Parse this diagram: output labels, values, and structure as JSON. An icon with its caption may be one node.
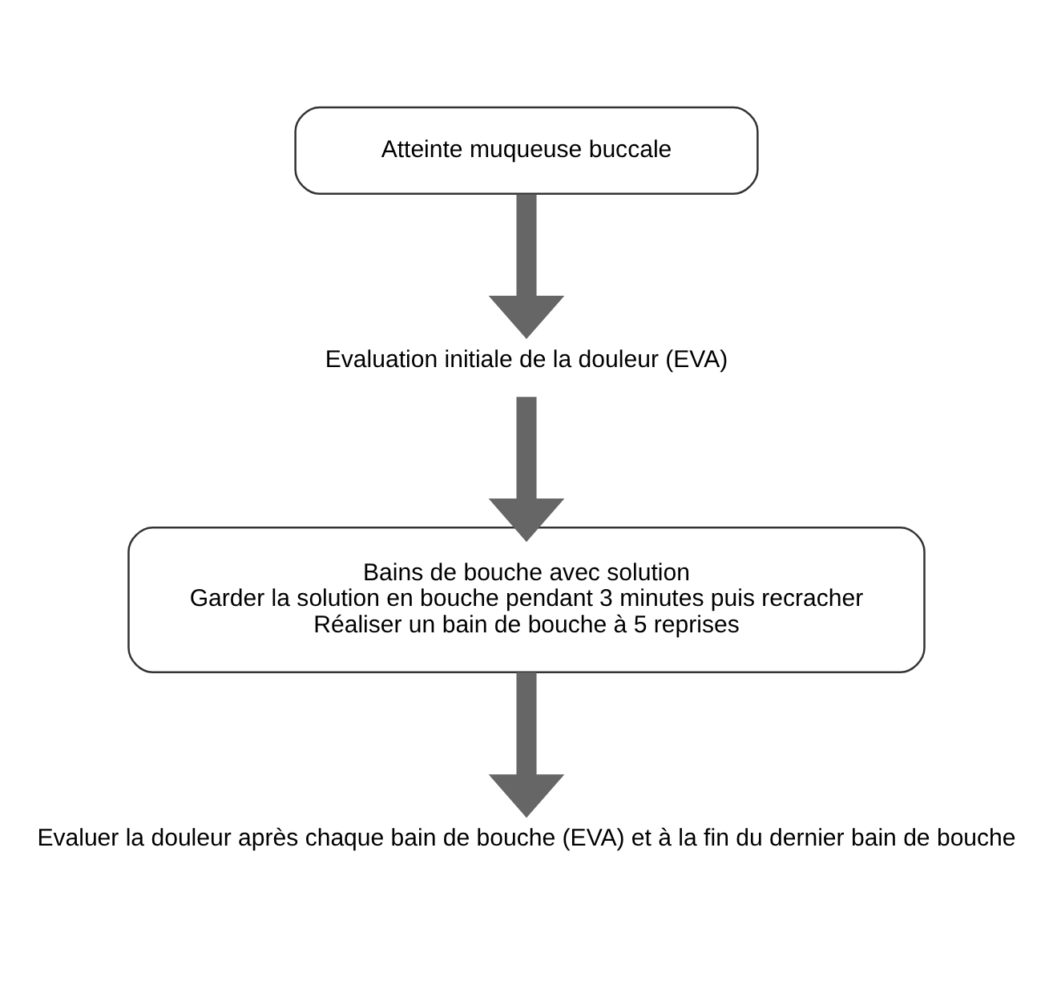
{
  "diagram": {
    "nodes": [
      {
        "text": [
          "Atteinte muqueuse buccale"
        ]
      },
      {
        "text": [
          "Evaluation initiale de la douleur (EVA)"
        ]
      },
      {
        "text": [
          "Bains de bouche avec solution",
          "Garder la solution en bouche pendant 3 minutes puis recracher",
          "Réaliser un bain de bouche à 5 reprises"
        ]
      },
      {
        "text": [
          "Evaluer la douleur après chaque bain de bouche (EVA) et à la fin du dernier bain de bouche"
        ]
      }
    ],
    "edges": [
      {
        "from": 0,
        "to": 1,
        "arrow": "to"
      },
      {
        "from": 1,
        "to": 2,
        "arrow": "to"
      },
      {
        "from": 2,
        "to": 3,
        "arrow": "to"
      }
    ]
  }
}
